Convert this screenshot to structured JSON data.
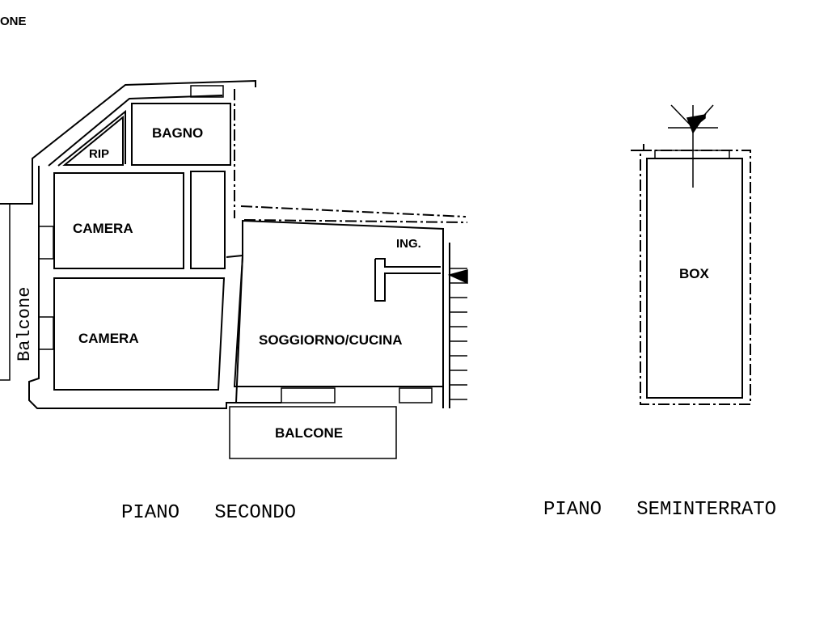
{
  "corner_text": "ONE",
  "rooms": {
    "bagno": "BAGNO",
    "rip": "RIP",
    "camera_top": "CAMERA",
    "camera_bottom": "CAMERA",
    "soggiorno": "SOGGIORNO/CUCINA",
    "ingresso": "ING.",
    "balcone_bottom": "BALCONE",
    "balcone_side": "Balcone",
    "box": "BOX"
  },
  "captions": {
    "floor_second": "PIANO   SECONDO",
    "floor_basement": "PIANO   SEMINTERRATO"
  }
}
